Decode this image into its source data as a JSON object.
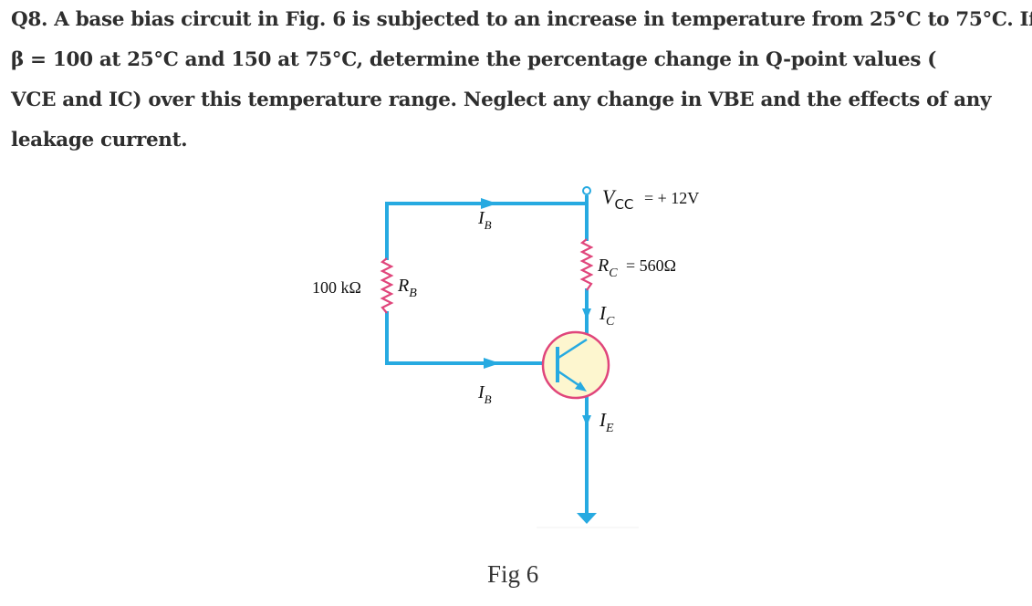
{
  "question": {
    "lines": [
      "Q8. A base bias circuit in Fig. 6 is subjected to an increase in temperature from 25°C to 75°C. If",
      "β = 100 at 25°C and 150 at 75°C, determine the percentage change in Q-point values (",
      "VCE and IC) over this temperature range. Neglect any change in VBE and the effects of any",
      "leakage current."
    ]
  },
  "figure": {
    "caption": "Fig 6",
    "labels": {
      "vcc_main": "V",
      "vcc_sub": "CC",
      "vcc_value": "= + 12V",
      "rc_main": "R",
      "rc_sub": "C",
      "rc_value": "= 560Ω",
      "rb_value": "100 kΩ",
      "rb_main": "R",
      "rb_sub": "B",
      "ib_main": "I",
      "ib_sub": "B",
      "ic_main": "I",
      "ic_sub": "C",
      "ie_main": "I",
      "ie_sub": "E"
    },
    "colors": {
      "wire": "#27aae1",
      "transistor_fill": "#fdf6cf",
      "transistor_ring": "#e0457b"
    }
  }
}
